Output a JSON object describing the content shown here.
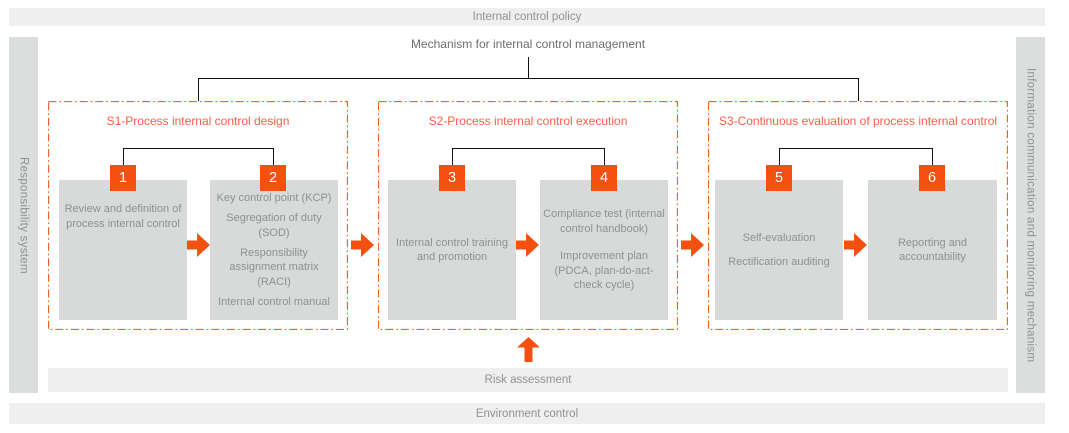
{
  "colors": {
    "orange": "#f4500f",
    "coral": "#fb5d47",
    "border_orange": "#ee6420",
    "bar_bg": "#efefef",
    "side_bar_bg": "#dcdddd",
    "box_bg": "#d8d9d9",
    "text_gray": "#8f9192",
    "title_gray": "#6d6e70",
    "line": "#111111"
  },
  "top_bar": {
    "label": "Internal control policy"
  },
  "center_title": "Mechanism for internal control management",
  "left_bar": {
    "label": "Responsibility system"
  },
  "right_bar": {
    "label": "Information communication and monitoring mechanism"
  },
  "risk_bar": {
    "label": "Risk assessment"
  },
  "env_bar": {
    "label": "Environment control"
  },
  "sections": [
    {
      "id": "S1",
      "title": "S1-Process internal control design",
      "steps": [
        {
          "number": "1",
          "lines": [
            "Review and definition of process internal control"
          ]
        },
        {
          "number": "2",
          "lines": [
            "Key control point (KCP)",
            "Segregation of duty (SOD)",
            "Responsibility assignment matrix (RACI)",
            "Internal control manual"
          ]
        }
      ]
    },
    {
      "id": "S2",
      "title": "S2-Process internal control execution",
      "steps": [
        {
          "number": "3",
          "lines": [
            "Internal control training and promotion"
          ]
        },
        {
          "number": "4",
          "lines": [
            "Compliance test (internal control handbook)",
            "Improvement plan (PDCA, plan-do-act-check cycle)"
          ]
        }
      ]
    },
    {
      "id": "S3",
      "title": "S3-Continuous evaluation of process internal control",
      "steps": [
        {
          "number": "5",
          "lines": [
            "Self-evaluation",
            "Rectification auditing"
          ]
        },
        {
          "number": "6",
          "lines": [
            "Reporting and accountability"
          ]
        }
      ]
    }
  ]
}
